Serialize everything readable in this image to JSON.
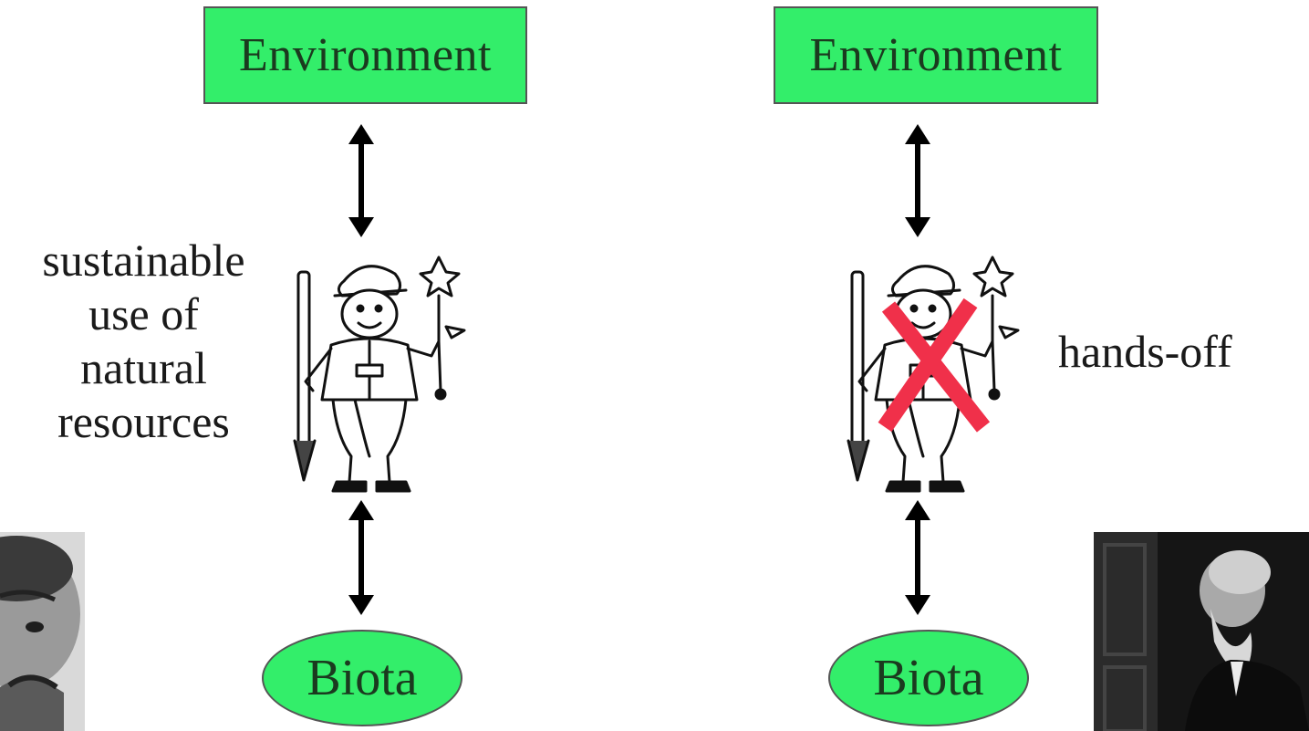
{
  "left_diagram": {
    "environment_label": "Environment",
    "biota_label": "Biota",
    "caption_lines": [
      "sustainable",
      "use of",
      "natural",
      "resources"
    ]
  },
  "right_diagram": {
    "environment_label": "Environment",
    "biota_label": "Biota",
    "caption": "hands-off"
  },
  "colors": {
    "node_fill": "#33ee6a",
    "node_border": "#555555",
    "cross_mark": "#f0304a",
    "arrow": "#000000"
  },
  "icons": {
    "figure": "cartoon-ranger-figure-icon",
    "cross": "red-x-icon",
    "arrow": "double-headed-vertical-arrow-icon"
  }
}
